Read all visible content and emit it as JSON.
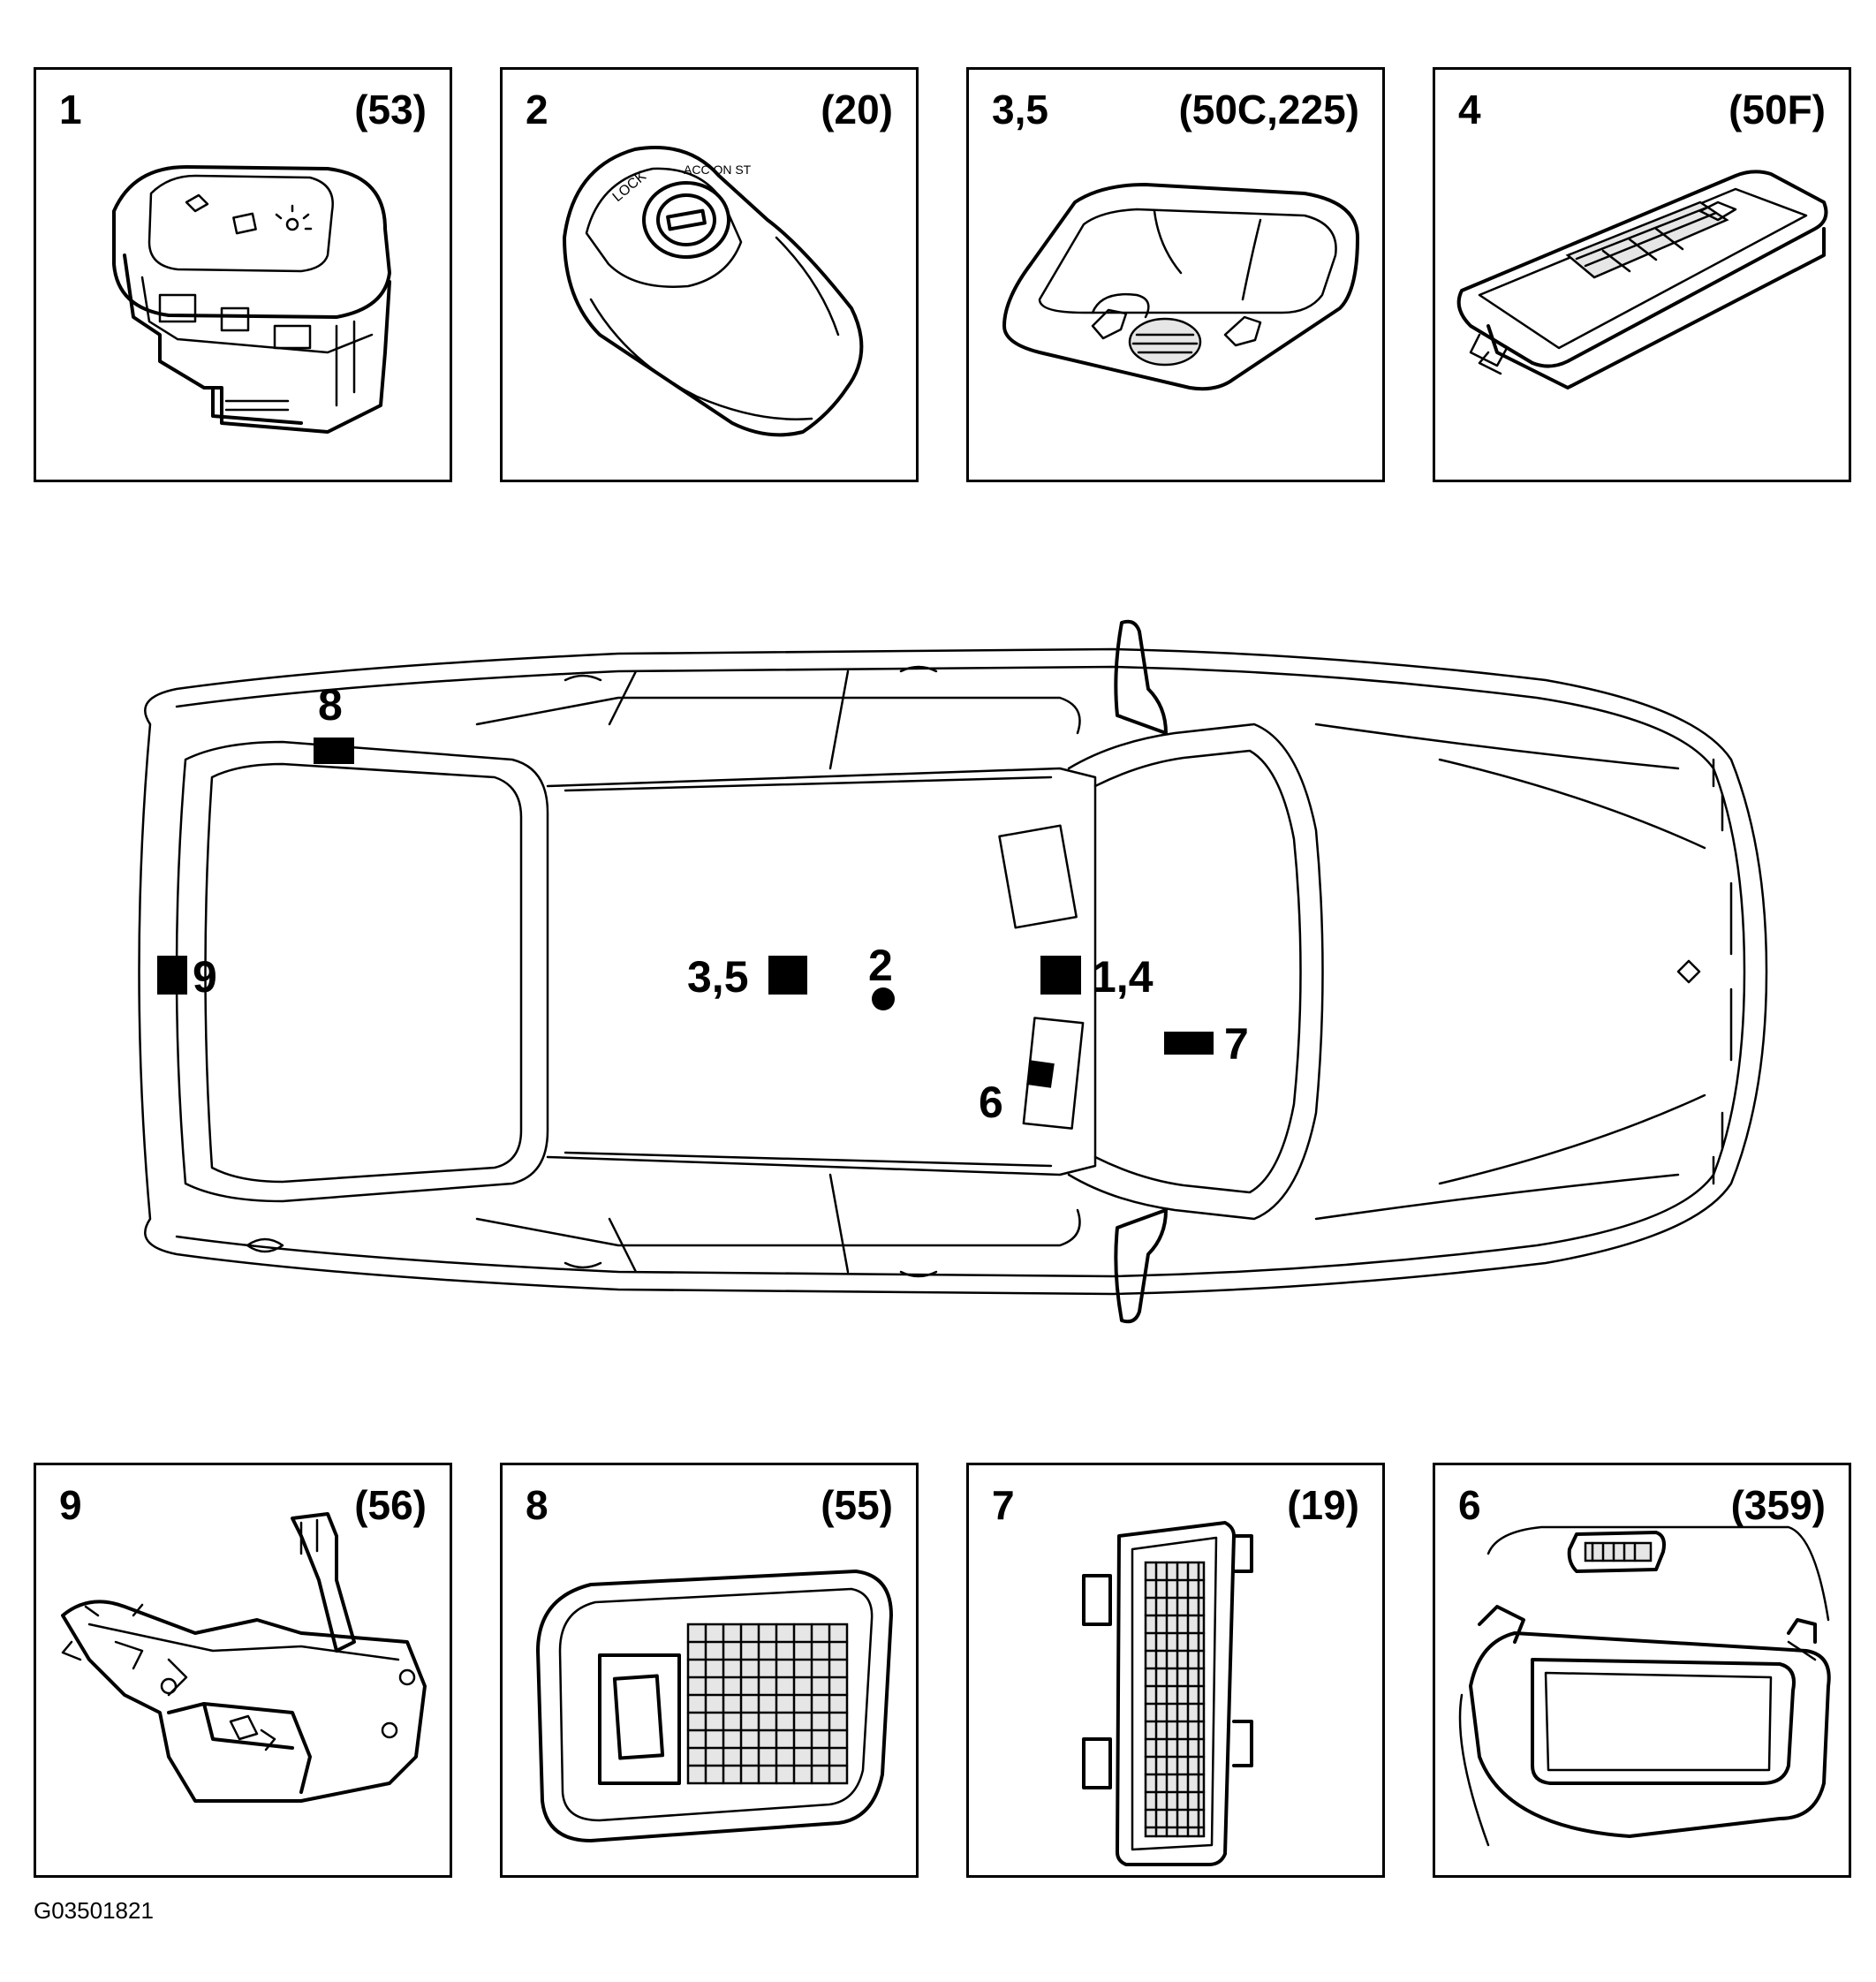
{
  "panels": [
    {
      "id": "p1",
      "number": "1",
      "code": "(53)",
      "icon": "roof-control-switch-icon"
    },
    {
      "id": "p2",
      "number": "2",
      "code": "(20)",
      "icon": "ignition-switch-icon"
    },
    {
      "id": "p3",
      "number": "3,5",
      "code": "(50C,225)",
      "icon": "overhead-console-icon"
    },
    {
      "id": "p4",
      "number": "4",
      "code": "(50F)",
      "icon": "interior-lamp-icon"
    },
    {
      "id": "p9",
      "number": "9",
      "code": "(56)",
      "icon": "latch-module-icon"
    },
    {
      "id": "p8",
      "number": "8",
      "code": "(55)",
      "icon": "cargo-lamp-icon"
    },
    {
      "id": "p7",
      "number": "7",
      "code": "(19)",
      "icon": "courtesy-lamp-icon"
    },
    {
      "id": "p6",
      "number": "6",
      "code": "(359)",
      "icon": "sun-visor-vanity-lamp-icon"
    }
  ],
  "car_markers": {
    "m8": "8",
    "m9": "9",
    "m35": "3,5",
    "m2": "2",
    "m14": "1,4",
    "m7": "7",
    "m6": "6"
  },
  "figure_code": "G03501821"
}
